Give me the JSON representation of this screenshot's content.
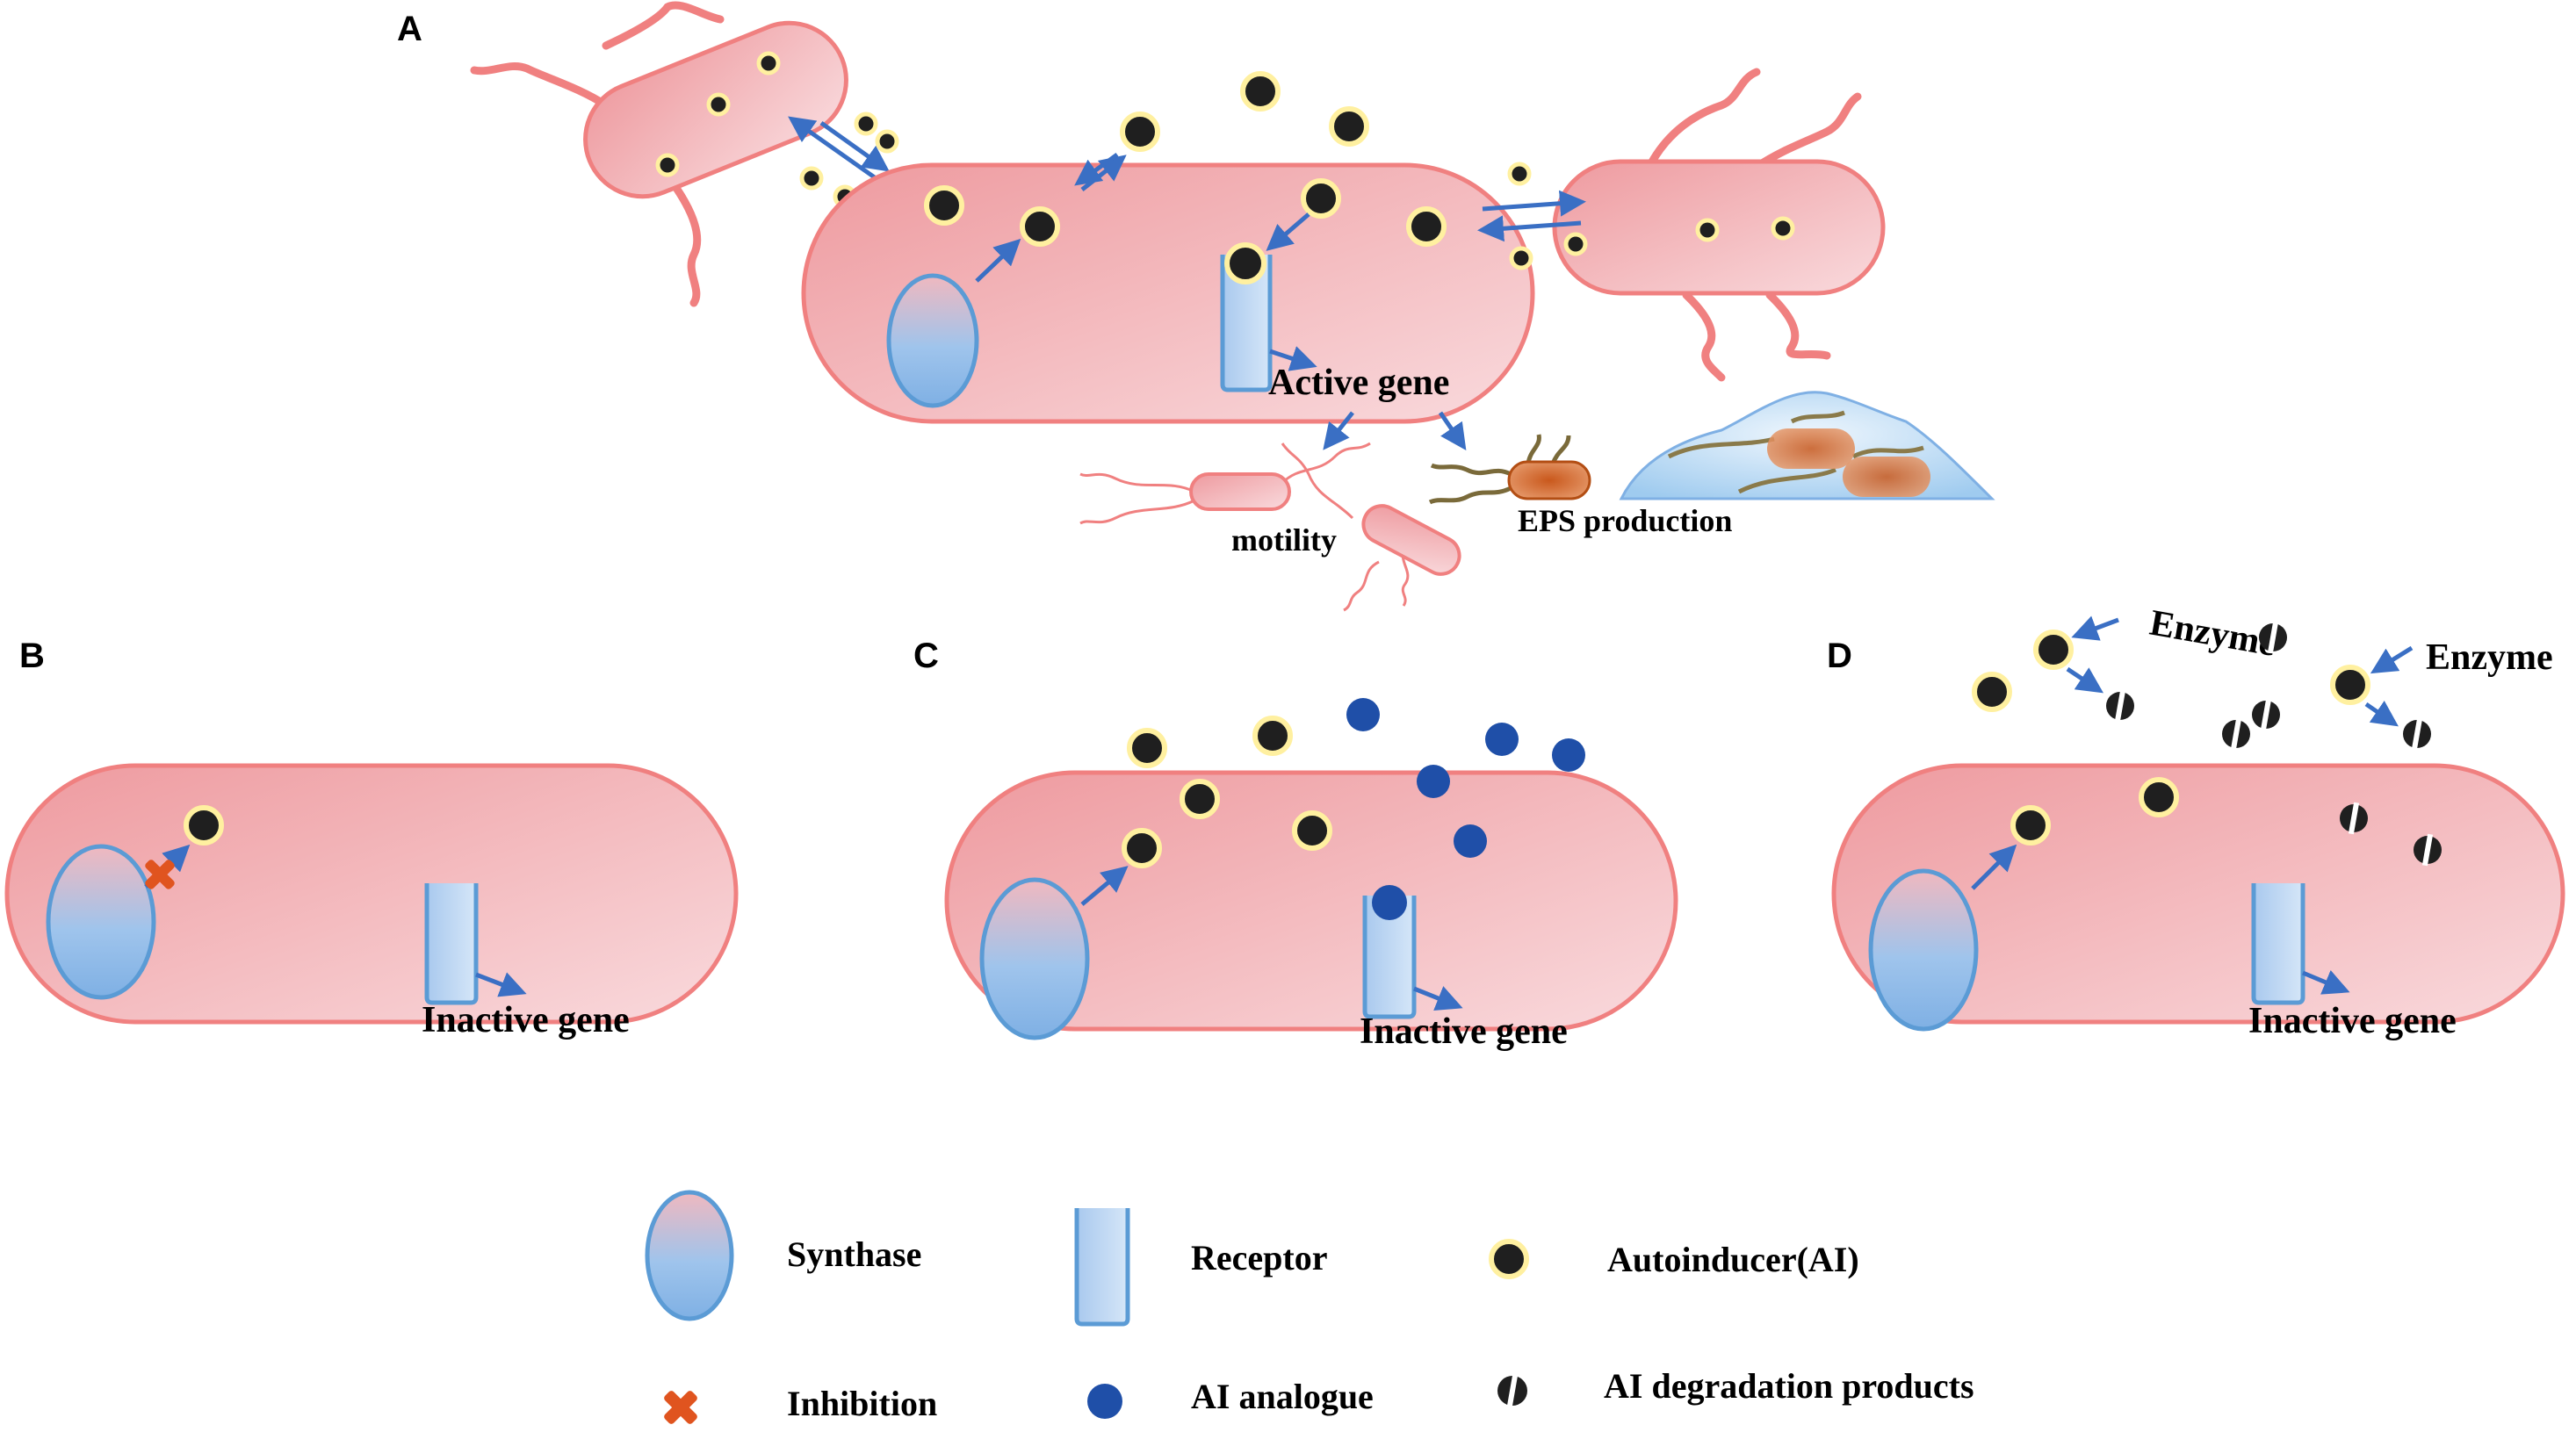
{
  "panels": {
    "a": {
      "letter": "A",
      "gene_label": "Active gene",
      "motility_label": "motility",
      "eps_label": "EPS production"
    },
    "b": {
      "letter": "B",
      "gene_label": "Inactive gene"
    },
    "c": {
      "letter": "C",
      "gene_label": "Inactive gene"
    },
    "d": {
      "letter": "D",
      "gene_label": "Inactive gene",
      "enzyme_label_1": "Enzyme",
      "enzyme_label_2": "Enzyme"
    }
  },
  "legend": {
    "synthase": "Synthase",
    "receptor": "Receptor",
    "autoinducer": "Autoinducer(AI)",
    "inhibition": "Inhibition",
    "analogue": "AI analogue",
    "degradation": "AI degradation products"
  },
  "colors": {
    "cell_fill_dark": "#ee9a9f",
    "cell_fill_light": "#f9dadd",
    "cell_stroke": "#f08080",
    "synthase_blue": "#7fb0e4",
    "arrow_blue": "#3a6fc4",
    "analogue_blue": "#1f4fa8",
    "inhibition_orange": "#e0541f",
    "eps_orange": "#d2601a",
    "biofilm_blue": "#b9d8f2",
    "ai_glow": "#fff0a0"
  }
}
